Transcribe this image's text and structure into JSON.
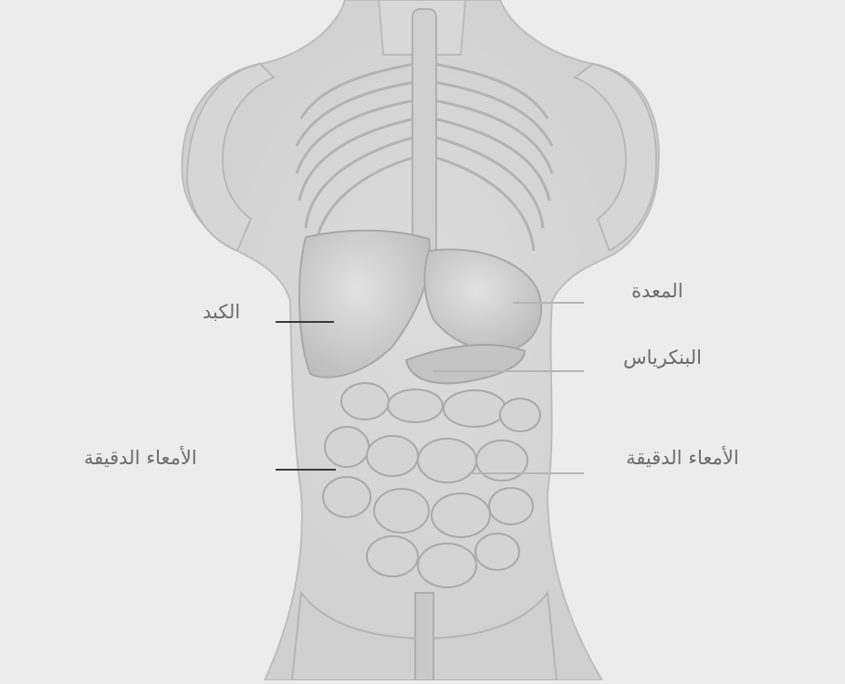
{
  "labels": {
    "liver": "الكبد",
    "stomach": "المعدة",
    "pancreas": "البنكرياس",
    "small_intestine_left": "الأمعاء الدقيقة",
    "small_intestine_right": "الأمعاء الدقيقة"
  },
  "colors": {
    "background": "#ececec",
    "leader_dark": "#3a3a3a",
    "leader_light": "#b5b5b5",
    "label_text": "#6b6b6b"
  }
}
